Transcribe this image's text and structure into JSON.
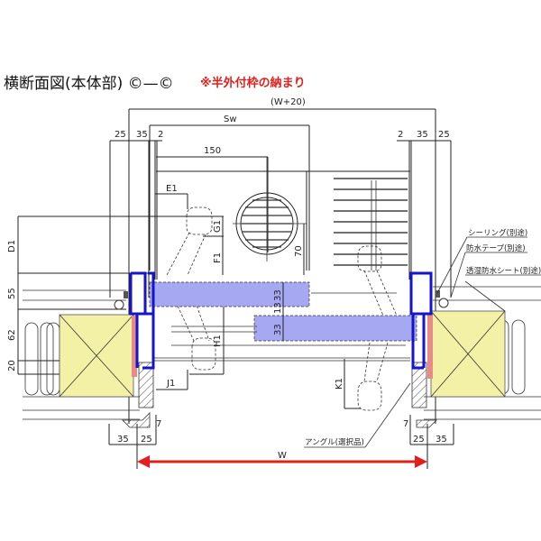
{
  "title": {
    "main": "横断面図(本体部) ©—©",
    "note": "※半外付枠の納まり"
  },
  "dimensions": {
    "overall_width": "(W+20)",
    "sash_width": "Sw",
    "handle_offset": "150",
    "left_top": [
      "25",
      "35",
      "2"
    ],
    "right_top": [
      "2",
      "35",
      "25"
    ],
    "left_bottom": [
      "35",
      "25"
    ],
    "right_bottom": [
      "25",
      "35"
    ],
    "left_vertical": [
      "D1",
      "55",
      "62",
      "20"
    ],
    "glass_thickness_upper": "33",
    "glass_gap": "13",
    "glass_thickness_lower": "33",
    "lock_depth": "70",
    "reveal_left": "7",
    "reveal_right": "7",
    "opening_width": "W",
    "handle_labels": {
      "E": "E1",
      "G": "G1",
      "F": "F1",
      "H": "H1",
      "J": "J1",
      "K": "K1"
    }
  },
  "callouts": {
    "sealing": "シーリング(別途)",
    "waterproof_tape": "防水テープ(別途)",
    "breathable_sheet": "透湿防水シート(別途)",
    "angle": "アングル(選択品)"
  },
  "colors": {
    "frame": "#1414c8",
    "glass": "#a6a8f2",
    "wood": "#f3f1a6",
    "flashing": "#e88a86",
    "arrow": "#e0201c"
  }
}
